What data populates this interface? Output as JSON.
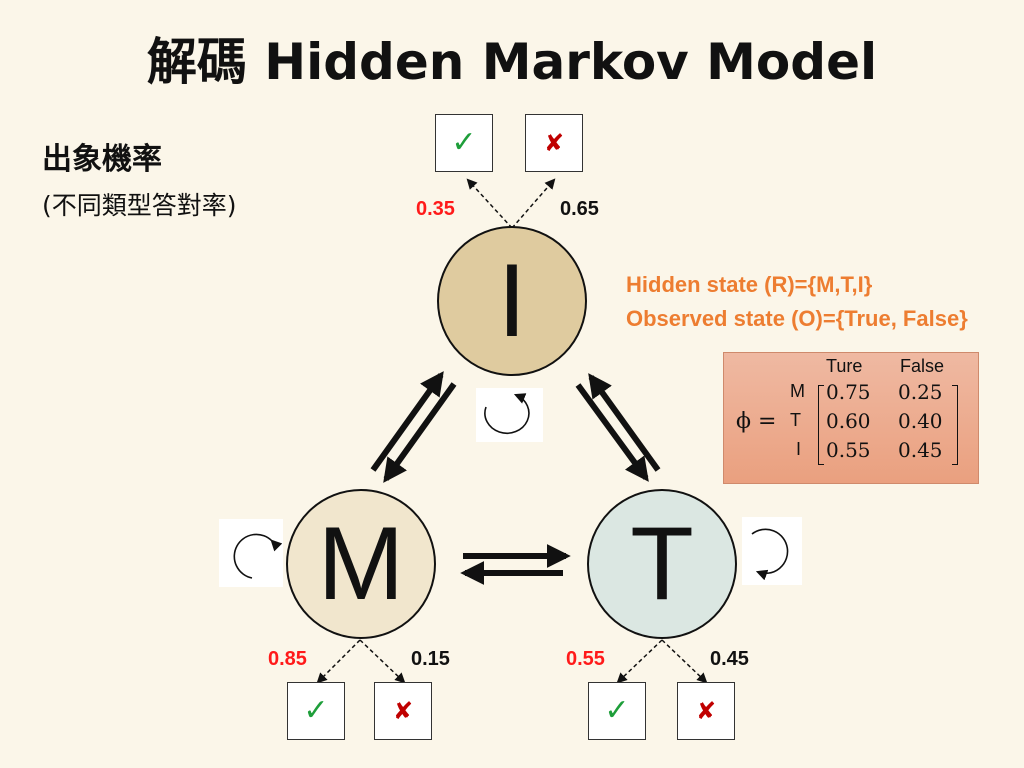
{
  "title": "解碼 Hidden Markov Model",
  "subtitle": "出象機率",
  "subnote": "(不同類型答對率)",
  "hidden_state": "Hidden state (R)={M,T,I}",
  "observed_state": "Observed state (O)={True, False}",
  "nodes": {
    "I": {
      "label": "I",
      "fill": "#dfcb9f"
    },
    "M": {
      "label": "M",
      "fill": "#f1e6cd"
    },
    "T": {
      "label": "T",
      "fill": "#dbe7e2"
    }
  },
  "emission_probs": {
    "I": {
      "true": "0.35",
      "false": "0.65"
    },
    "M": {
      "true": "0.85",
      "false": "0.15"
    },
    "T": {
      "true": "0.55",
      "false": "0.45"
    }
  },
  "icons": {
    "true": "✓",
    "false": "✘"
  },
  "matrix": {
    "symbol": "ϕ",
    "equals": "=",
    "cols": [
      "Ture",
      "False"
    ],
    "rows": [
      {
        "label": "M",
        "values": [
          "0.75",
          "0.25"
        ]
      },
      {
        "label": "T",
        "values": [
          "0.60",
          "0.40"
        ]
      },
      {
        "label": "I",
        "values": [
          "0.55",
          "0.45"
        ]
      }
    ]
  },
  "colors": {
    "true_prob": "#ff1a1a",
    "accent": "#ed7d31",
    "check": "#1e9e3a",
    "cross": "#c00000",
    "background": "#fbf6e9"
  }
}
